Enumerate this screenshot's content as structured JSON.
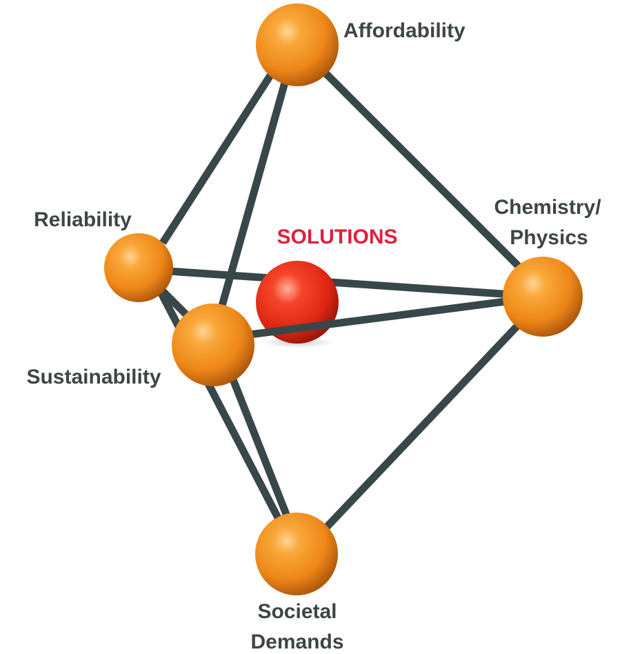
{
  "diagram": {
    "center_label": "SOLUTIONS",
    "nodes": {
      "affordability": {
        "label": "Affordability"
      },
      "reliability": {
        "label": "Reliability"
      },
      "sustainability": {
        "label": "Sustainability"
      },
      "chemistry": {
        "label_line1": "Chemistry/",
        "label_line2": "Physics"
      },
      "societal": {
        "label_line1": "Societal",
        "label_line2": "Demands"
      }
    },
    "colors": {
      "node_sphere": "#f08a1e",
      "center_sphere": "#e8281a",
      "edge": "#37474a",
      "label_text": "#3d4547",
      "center_text": "#e0203a"
    }
  }
}
